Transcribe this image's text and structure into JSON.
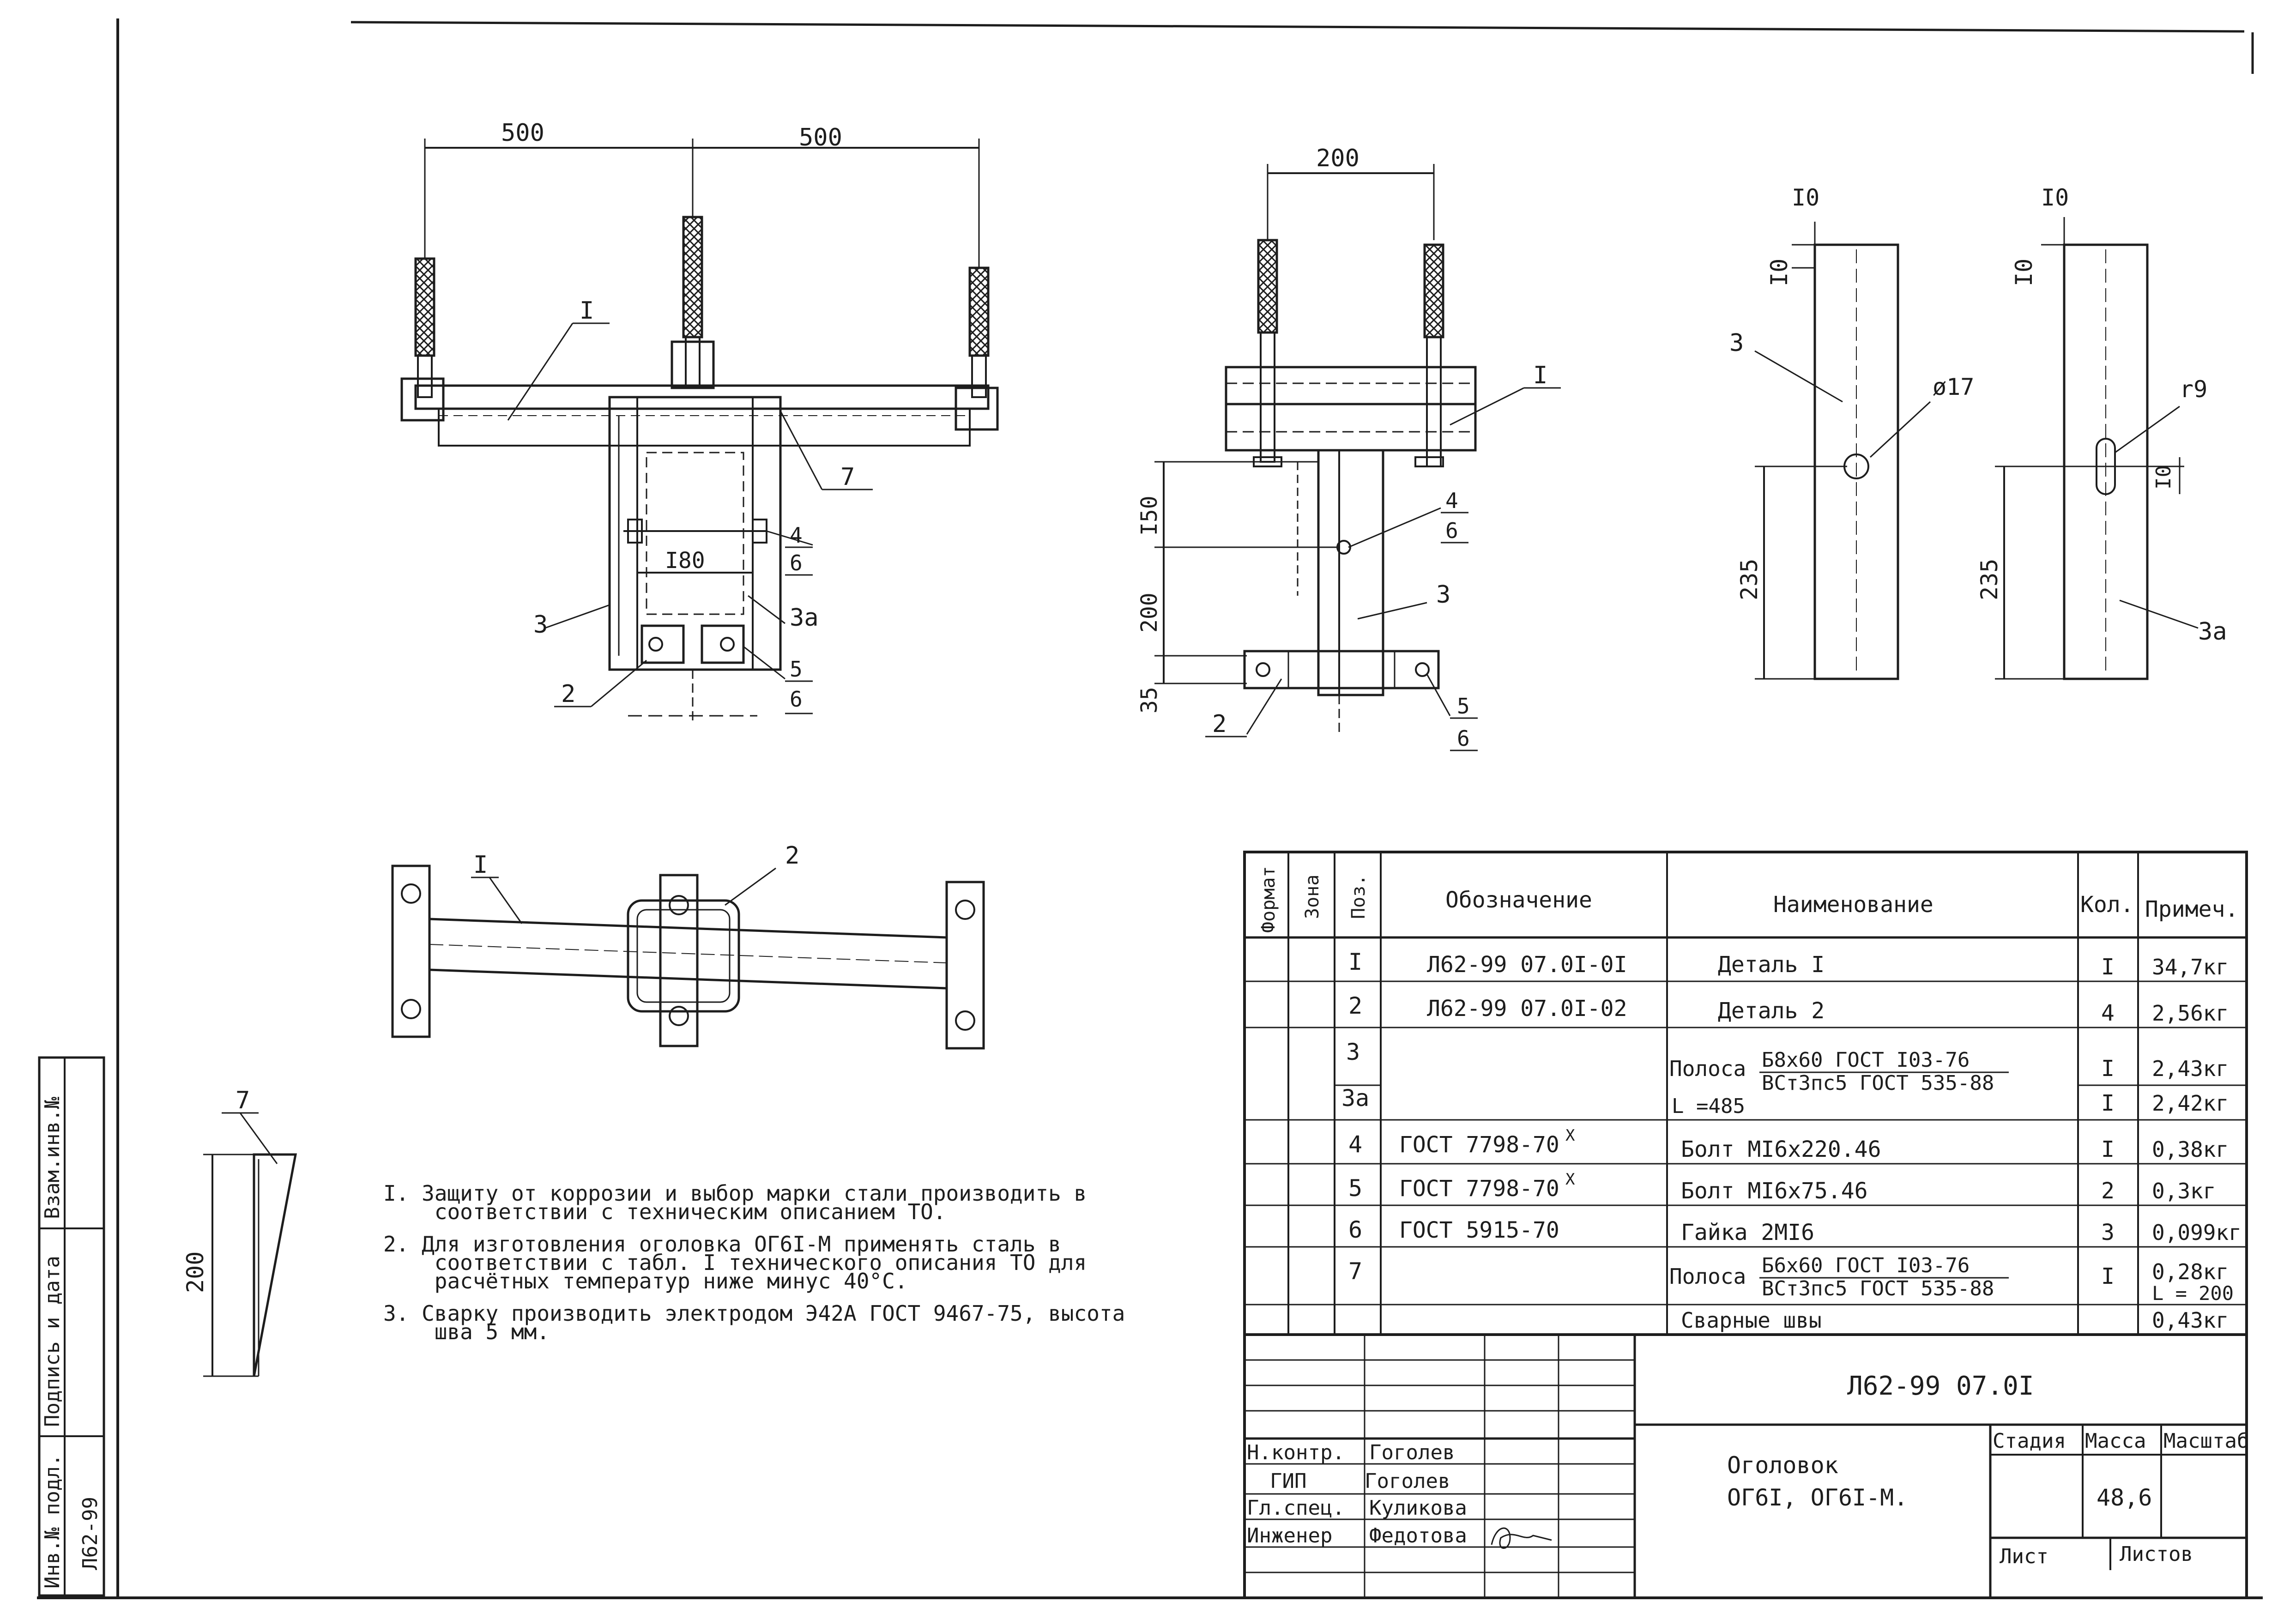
{
  "dimensions": {
    "front_left": "500",
    "front_right": "500",
    "side_width": "200",
    "side_h150": "I50",
    "side_h200": "200",
    "side_h35": "35",
    "front_i180": "I80",
    "detail_top_offset": "I0",
    "detail_left_offset": "I0",
    "detail_height": "235",
    "detail_hole": "ø17",
    "detail_slot_w": "r9",
    "detail_slot_h": "I0",
    "part7_height": "200"
  },
  "callouts": {
    "front": [
      "I",
      "7",
      "3",
      "3a",
      "2",
      "4",
      "6",
      "5",
      "6"
    ],
    "side": [
      "I",
      "4",
      "6",
      "3",
      "2",
      "5",
      "6"
    ],
    "detail_3": "3",
    "detail_3a": "3a",
    "plan": [
      "I",
      "2"
    ],
    "part7": "7"
  },
  "notes": [
    "I. Защиту от коррозии и выбор марки стали производить в",
    "    соответствии с техническим описанием ТО.",
    "2. Для изготовления оголовка ОГ6I-М применять сталь в",
    "    соответствии с табл. I технического описания ТО для",
    "    расчётных температур ниже минус 40°С.",
    "3. Сварку производить электродом Э42А ГОСТ 9467-75, высота",
    "    шва 5 мм."
  ],
  "spec_table": {
    "headers": [
      "Формат",
      "Зона",
      "Поз.",
      "Обозначение",
      "Наименование",
      "Кол.",
      "Примеч."
    ],
    "rows": [
      {
        "pos": "I",
        "designation": "Л62-99 07.0I-0I",
        "name": "Деталь I",
        "qty": "I",
        "note": "34,7кг"
      },
      {
        "pos": "2",
        "designation": "Л62-99 07.0I-02",
        "name": "Деталь 2",
        "qty": "4",
        "note": "2,56кг"
      },
      {
        "pos": "3",
        "designation": "",
        "name": "Полоса",
        "qty": "I",
        "note": "2,43кг"
      },
      {
        "pos": "3а",
        "designation": "",
        "name": "",
        "qty": "I",
        "note": "2,42кг"
      },
      {
        "pos": "4",
        "designation": "ГОСТ 7798-70",
        "name": "Болт МI6х220.46",
        "qty": "I",
        "note": "0,38кг"
      },
      {
        "pos": "5",
        "designation": "ГОСТ 7798-70",
        "name": "Болт МI6х75.46",
        "qty": "2",
        "note": "0,3кг"
      },
      {
        "pos": "6",
        "designation": "ГОСТ 5915-70",
        "name": "Гайка 2МI6",
        "qty": "3",
        "note": "0,099кг"
      },
      {
        "pos": "7",
        "designation": "",
        "name": "Полоса",
        "qty": "I",
        "note": "0,28кг"
      }
    ],
    "strip3_fraction_top": "Б8х60 ГОСТ I03-76",
    "strip3_fraction_bottom": "ВСт3пс5 ГОСТ 535-88",
    "strip3_length": "L =485",
    "strip7_fraction_top": "Б6х60 ГОСТ I03-76",
    "strip7_fraction_bottom": "ВСт3пс5 ГОСТ 535-88",
    "strip7_length": "L = 200",
    "gost_superscript": "X",
    "welds_label": "Сварные швы",
    "welds_note": "0,43кг"
  },
  "title_block": {
    "doc_number": "Л62-99 07.0I",
    "name_line1": "Оголовок",
    "name_line2": "ОГ6I, ОГ6I-М.",
    "col_stage": "Стадия",
    "col_mass": "Масса",
    "col_scale": "Масштаб",
    "mass_value": "48,6",
    "sheet_label": "Лист",
    "sheets_label": "Листов",
    "roles": [
      {
        "role": "Н.контр.",
        "name": "Гоголев"
      },
      {
        "role": "ГИП",
        "name": "Гоголев"
      },
      {
        "role": "Гл.спец.",
        "name": "Куликова"
      },
      {
        "role": "Инженер",
        "name": "Федотова"
      }
    ]
  },
  "side_strip": {
    "label_inv": "Инв.№ подл.",
    "label_sign": "Подпись и дата",
    "label_replace": "Взам.инв.№",
    "value_inv": "Л62-99"
  }
}
